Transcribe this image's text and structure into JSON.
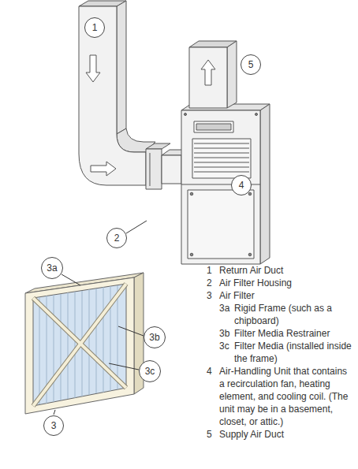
{
  "diagram": {
    "nodes": [
      {
        "text": [
          "1"
        ]
      },
      {
        "text": [
          "5"
        ]
      },
      {
        "text": [
          "4"
        ]
      },
      {
        "text": [
          "2"
        ]
      },
      {
        "text": [
          "3a"
        ]
      },
      {
        "text": [
          "3b"
        ]
      },
      {
        "text": [
          "3c"
        ]
      },
      {
        "text": [
          "3"
        ]
      }
    ],
    "labels": [
      "1",
      "Return Air Duct",
      "2",
      "Air Filter Housing",
      "3",
      "Air Filter",
      "3a",
      "Rigid Frame (such as a chipboard)",
      "3b",
      "Filter Media Restrainer",
      "3c",
      "Filter Media (installed inside the frame)",
      "4",
      "Air-Handling Unit that contains a recirculation fan, heating element, and cooling coil. (The unit may be in a basement, closet, or attic.)",
      "5",
      "Supply Air Duct"
    ]
  }
}
